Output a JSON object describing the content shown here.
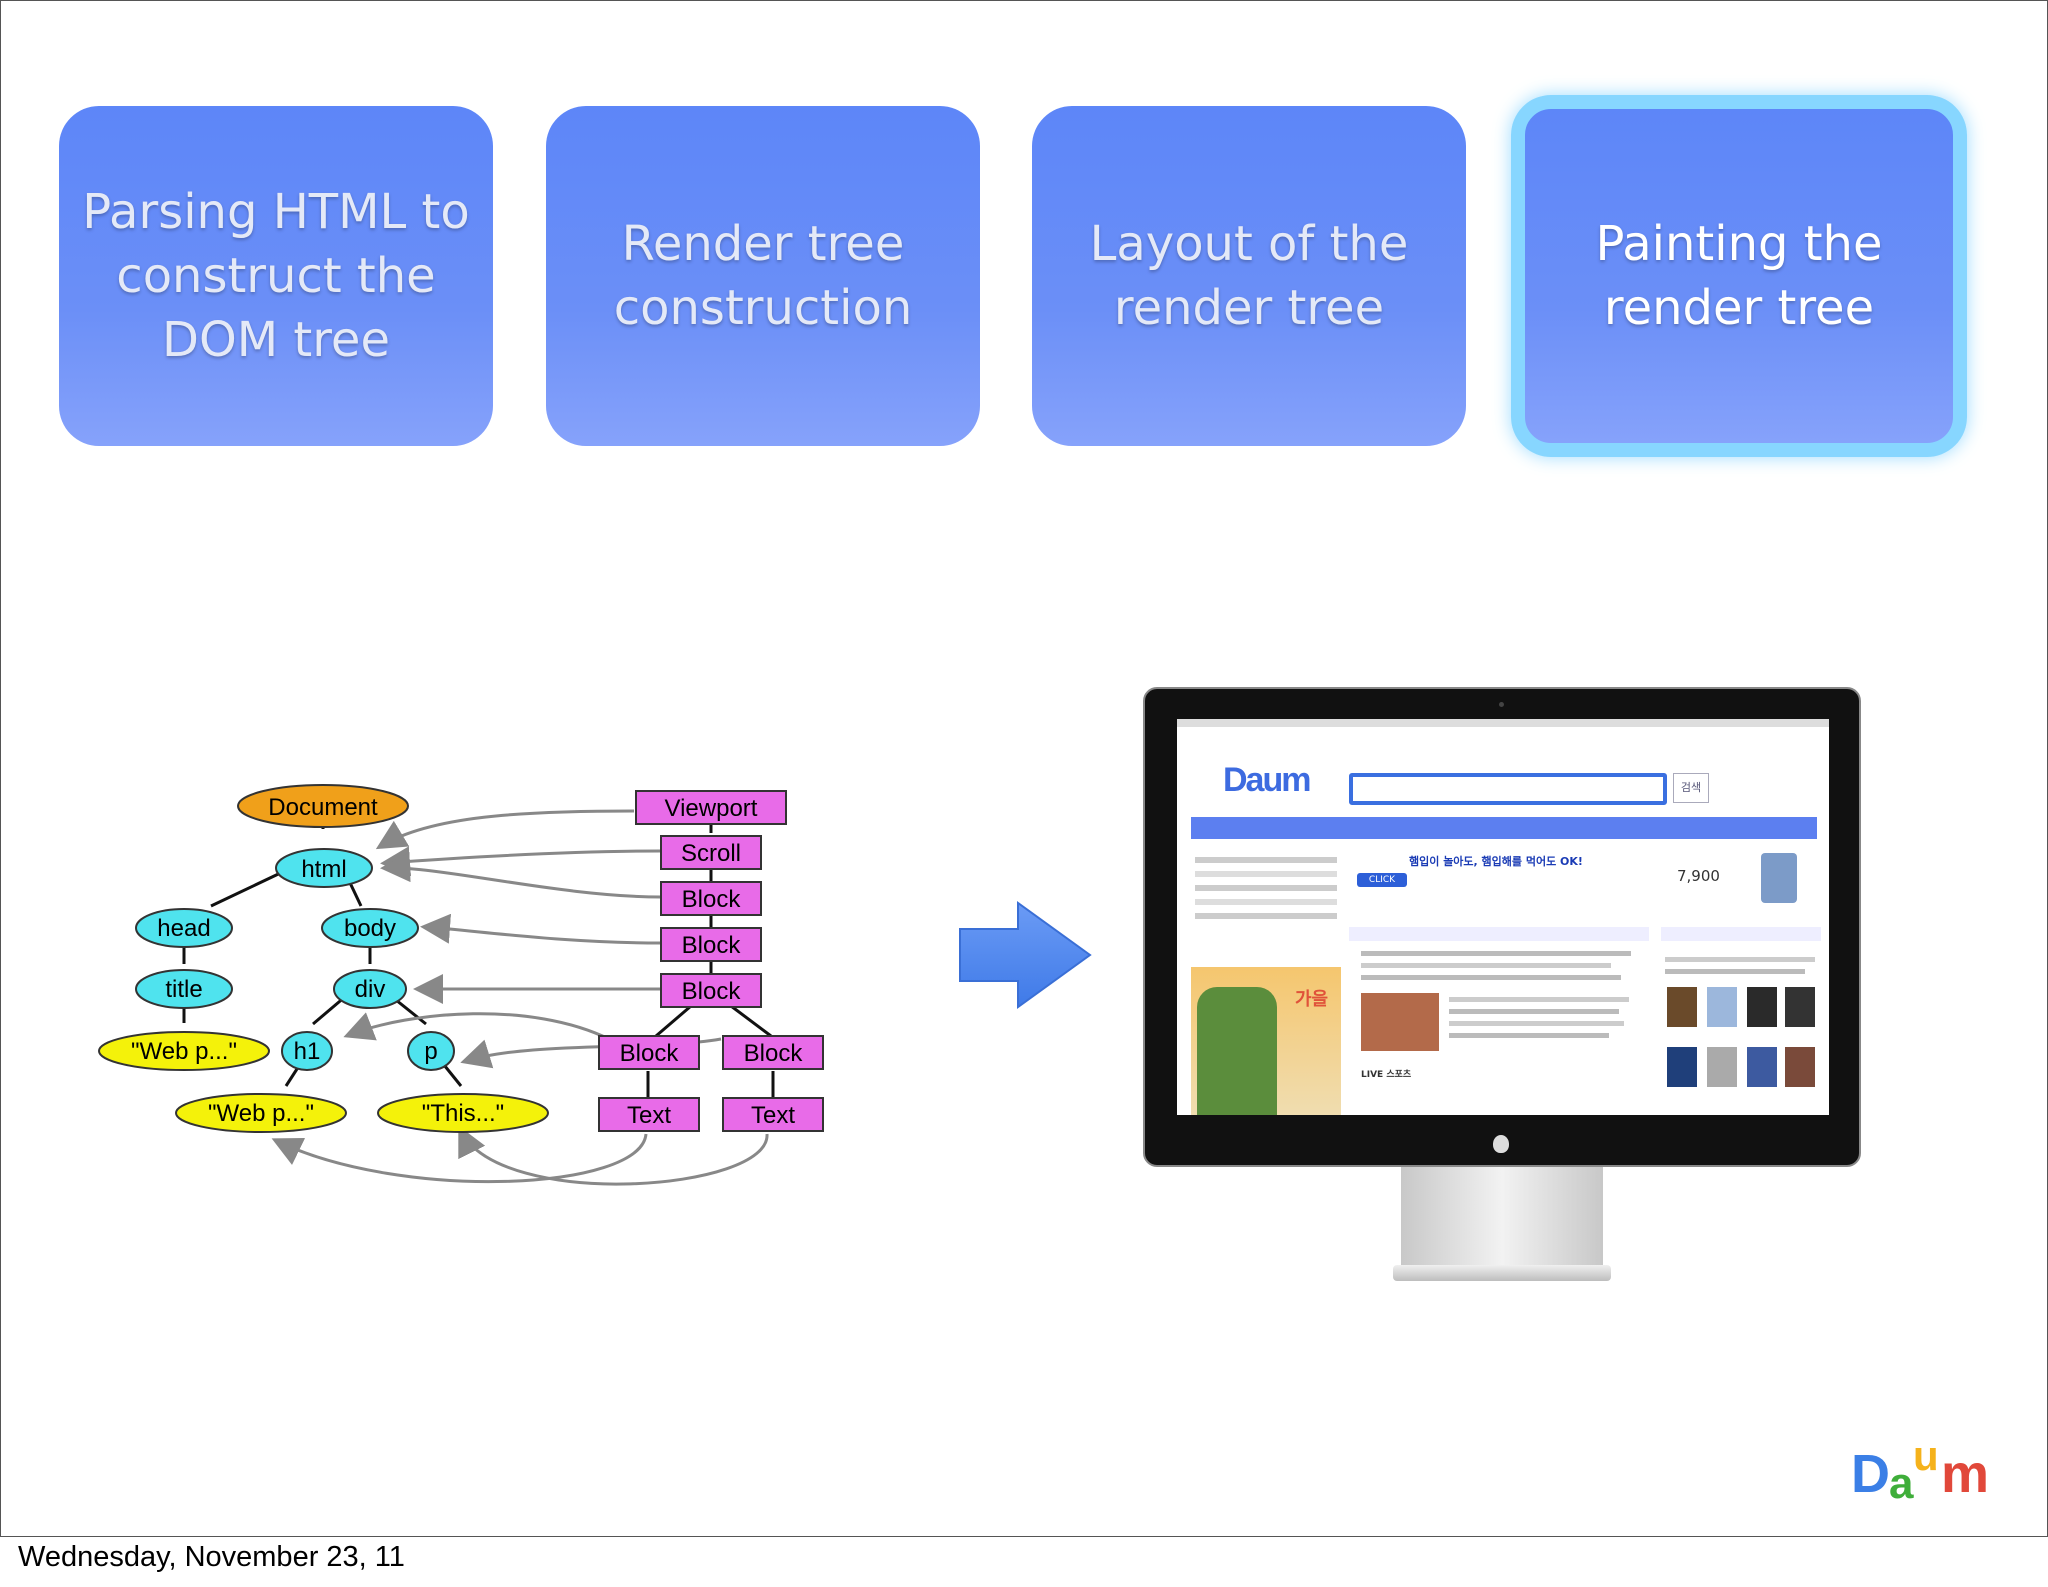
{
  "steps": [
    {
      "label": "Parsing HTML to construct the DOM tree",
      "active": false
    },
    {
      "label": "Render tree construction",
      "active": false
    },
    {
      "label": "Layout of the render tree",
      "active": false
    },
    {
      "label": "Painting the render tree",
      "active": true
    }
  ],
  "dom_tree": {
    "document": "Document",
    "html": "html",
    "head": "head",
    "body": "body",
    "title": "title",
    "div": "div",
    "h1": "h1",
    "p": "p",
    "title_text": "\"Web p...\"",
    "h1_text": "\"Web p...\"",
    "p_text": "\"This...\""
  },
  "render_tree": {
    "viewport": "Viewport",
    "scroll": "Scroll",
    "block1": "Block",
    "block2": "Block",
    "block3": "Block",
    "block4": "Block",
    "block5": "Block",
    "text1": "Text",
    "text2": "Text"
  },
  "monitor_screen": {
    "logo": "Daum",
    "search_button": "검색",
    "ad_headline": "햄입이 놀아도, 햄입해를 먹어도 OK!",
    "ad_button": "CLICK",
    "price": "7,900",
    "banner_text": "가을",
    "live_label": "LIVE 스포츠"
  },
  "brand_logo": "Daum",
  "footer": {
    "date": "Wednesday, November 23, 11"
  },
  "colors": {
    "step_blue": "#6b8ff7",
    "active_border": "#87d6ff",
    "dom_node": "#4fe3ee",
    "document_node": "#f0a01a",
    "text_node": "#f4f20a",
    "render_node": "#e86be8",
    "arrow_blue": "#5a8df0"
  }
}
